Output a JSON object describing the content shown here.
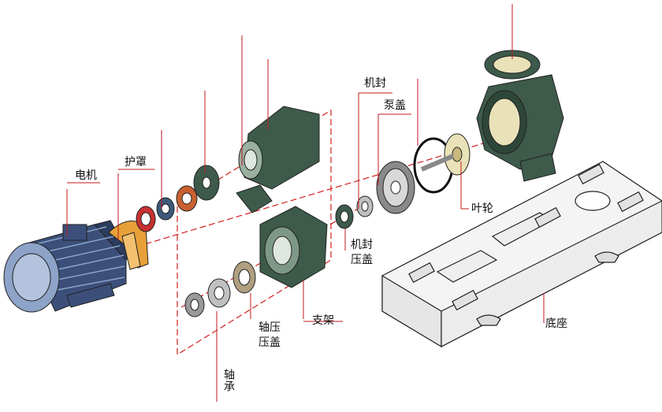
{
  "labels": {
    "motor": "电机",
    "guard": "护罩",
    "mech_seal": "机封",
    "pump_cover": "泵盖",
    "impeller": "叶轮",
    "seal_gland": [
      "机封",
      "压盖"
    ],
    "bracket": "支架",
    "bearing_gland": [
      "轴压",
      "压盖"
    ],
    "bearing": "轴承",
    "base": "底座"
  },
  "colors": {
    "leader": "#c0181c",
    "axis": "#d22020",
    "motor_blue": "#3b4f7a",
    "motor_light": "#8da3c8",
    "guard_orange": "#e8a038",
    "housing_green": "#3d5a4a",
    "cream": "#e9e2b8",
    "base_fill": "#f4f4f4",
    "outline": "#222222"
  }
}
